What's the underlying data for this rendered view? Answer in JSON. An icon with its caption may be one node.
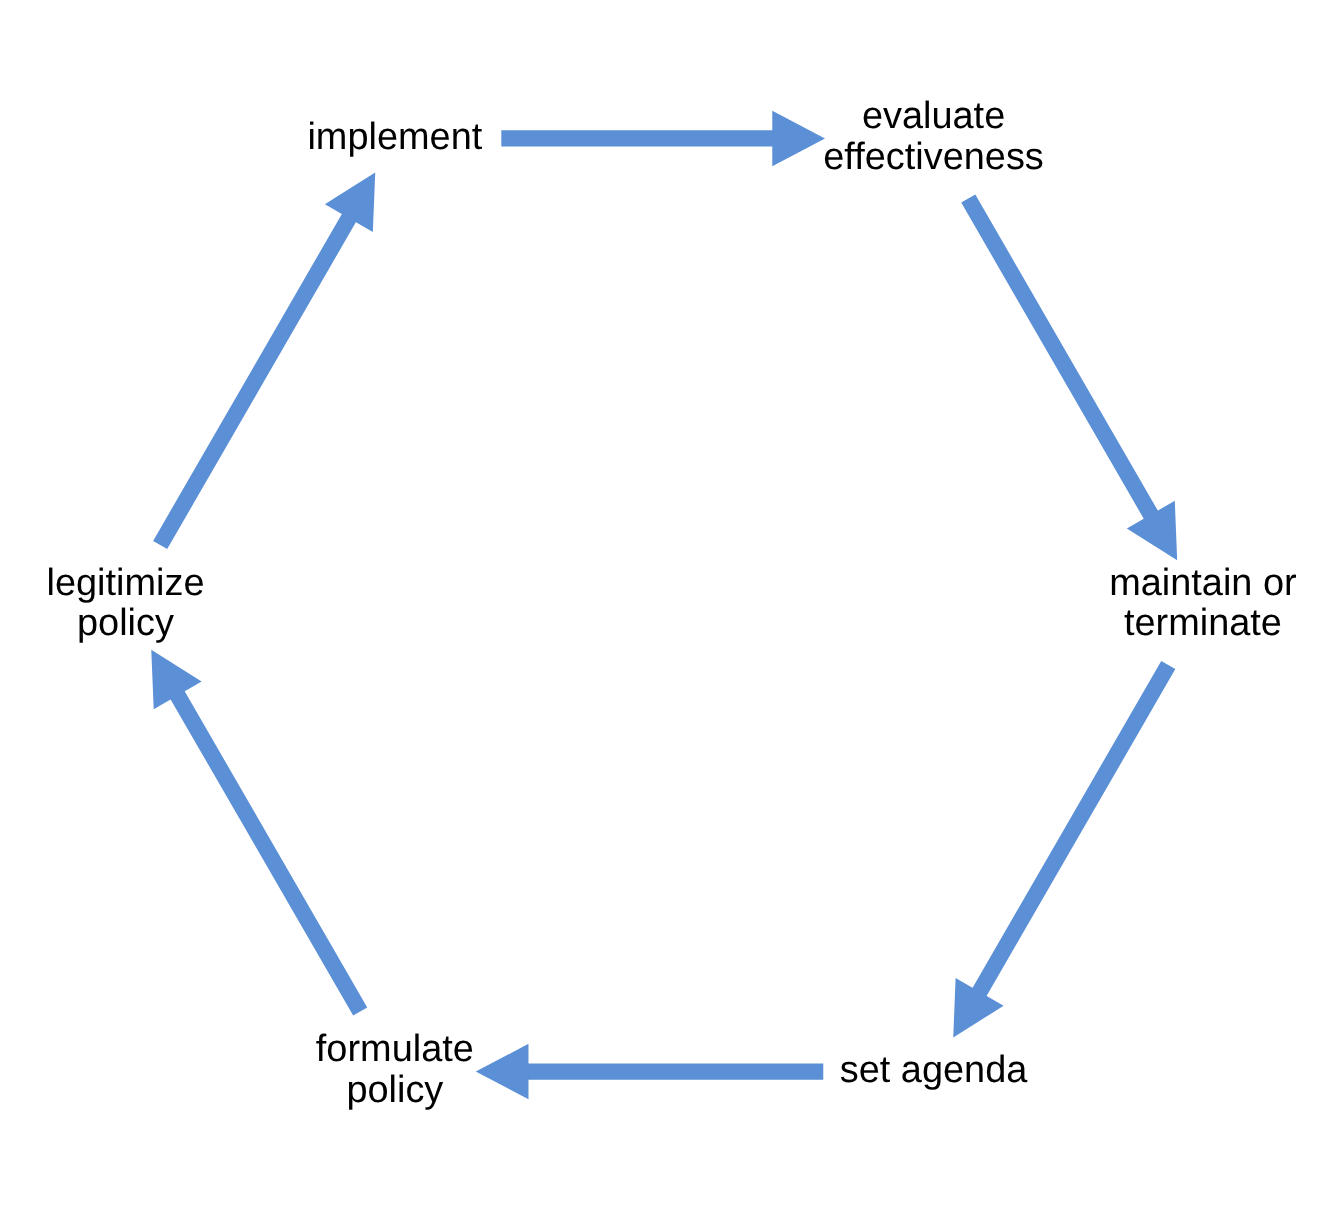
{
  "diagram": {
    "nodes": [
      {
        "text": [
          "set agenda"
        ]
      },
      {
        "text": [
          "formulate policy"
        ]
      },
      {
        "text": [
          "legitimize policy"
        ]
      },
      {
        "text": [
          "implement"
        ]
      },
      {
        "text": [
          "evaluate effectiveness"
        ]
      },
      {
        "text": [
          "maintain or terminate"
        ]
      }
    ],
    "edges": [
      {
        "from": 0,
        "to": 1,
        "arrow": "to"
      },
      {
        "from": 1,
        "to": 2,
        "arrow": "to"
      },
      {
        "from": 2,
        "to": 3,
        "arrow": "to"
      },
      {
        "from": 3,
        "to": 4,
        "arrow": "to"
      },
      {
        "from": 4,
        "to": 5,
        "arrow": "to"
      },
      {
        "from": 5,
        "to": 0,
        "arrow": "to"
      }
    ]
  }
}
